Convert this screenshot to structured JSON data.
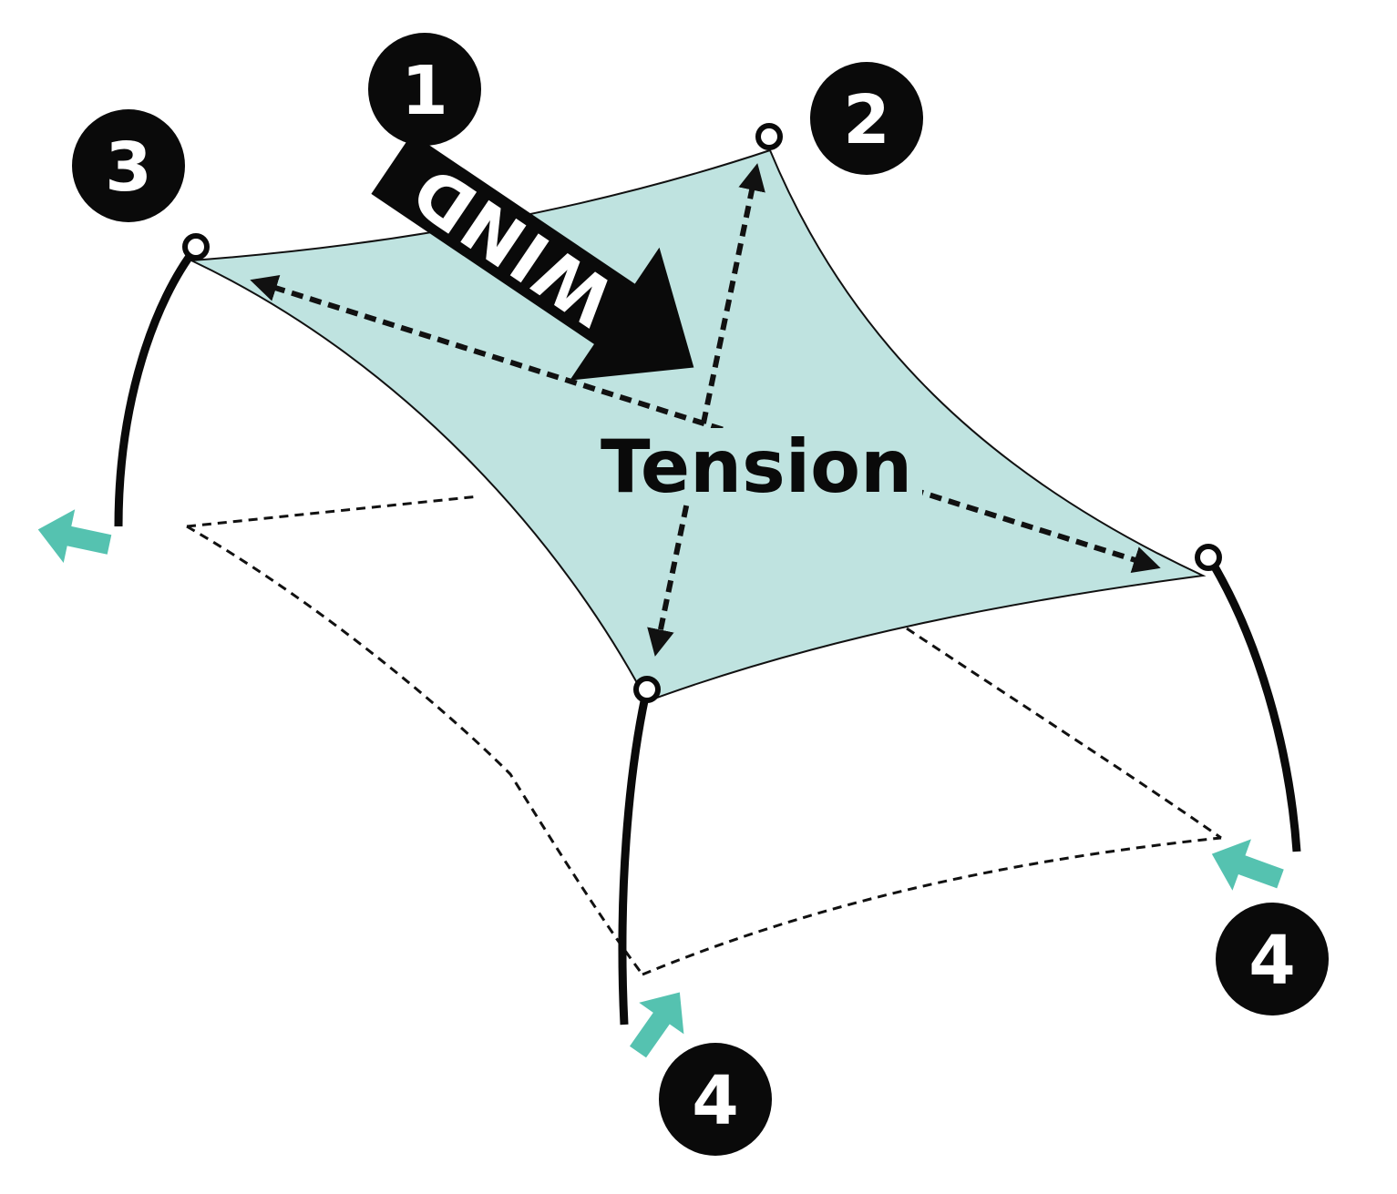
{
  "diagram": {
    "colors": {
      "sail_fill": "#bfe3e0",
      "outline": "#111111",
      "accent_arrow": "#55c2b0",
      "badge_fill": "#0a0a0a",
      "badge_text": "#ffffff"
    },
    "labels": {
      "wind": "WIND",
      "tension": "Tension"
    },
    "badges": {
      "b1": "1",
      "b2": "2",
      "b3": "3",
      "b4_front": "4",
      "b4_right": "4"
    }
  }
}
